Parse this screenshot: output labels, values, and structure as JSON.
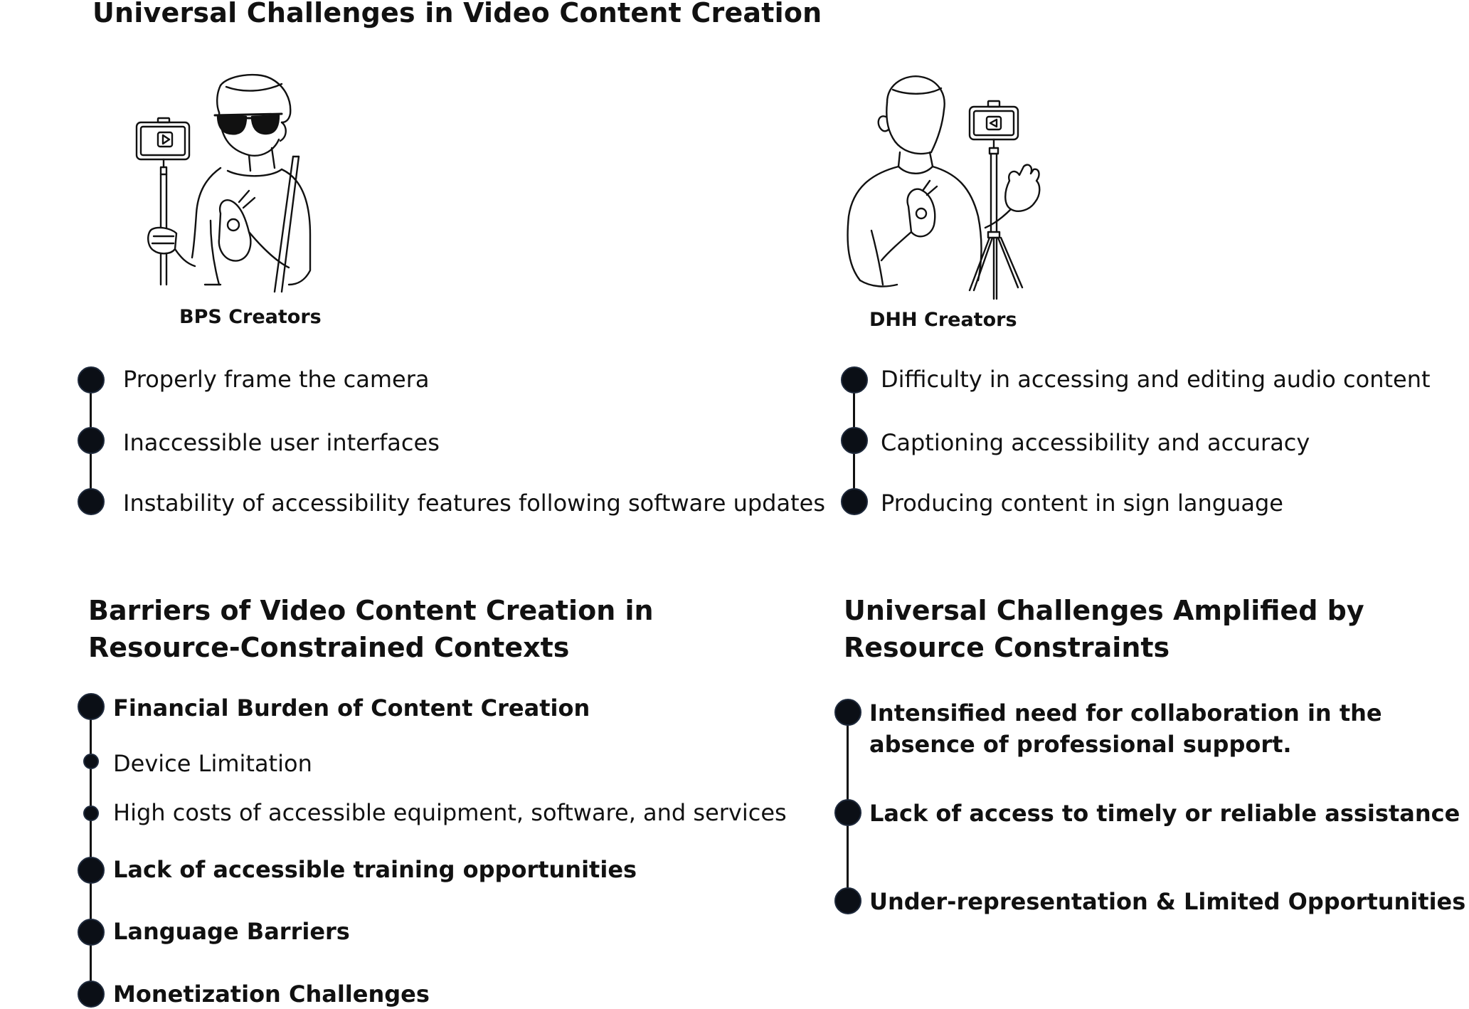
{
  "main_title": "Universal Challenges in Video Content Creation",
  "creators": {
    "bps": {
      "caption": "BPS Creators",
      "items": [
        "Properly frame the camera",
        "Inaccessible user interfaces",
        "Instability of accessibility features following software updates"
      ]
    },
    "dhh": {
      "caption": "DHH Creators",
      "items": [
        "Difficulty in accessing and editing audio content",
        "Captioning accessibility and accuracy",
        "Producing content in sign language"
      ]
    }
  },
  "barriers": {
    "title_line1": "Barriers of Video Content Creation in",
    "title_line2": "Resource-Constrained Contexts",
    "items": [
      "Financial Burden of Content Creation",
      "Device Limitation",
      "High costs of accessible equipment, software, and services",
      "Lack of accessible training opportunities",
      "Language Barriers",
      "Monetization Challenges"
    ]
  },
  "amplified": {
    "title_line1": "Universal Challenges Amplified by",
    "title_line2": "Resource Constraints",
    "items": [
      "Intensified need for collaboration in the absence of professional support.",
      "Lack of access to timely or reliable assistance",
      "Under-representation & Limited Opportunities"
    ]
  },
  "icons": [
    "blind-creator-illustration",
    "deaf-creator-illustration",
    "play-icon"
  ]
}
